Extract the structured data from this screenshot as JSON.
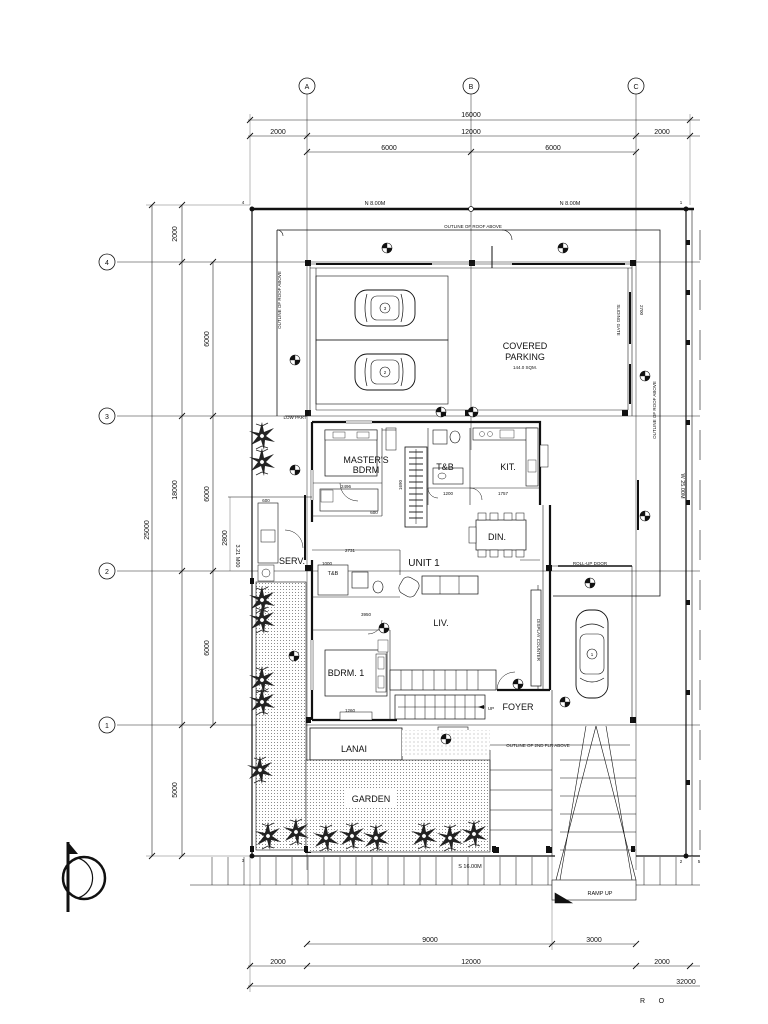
{
  "grid_bubbles": {
    "columns": [
      "A",
      "B",
      "C"
    ],
    "rows": [
      "4",
      "3",
      "2",
      "1"
    ]
  },
  "dimensions": {
    "top_overall": "16000",
    "top_segments": [
      "2000",
      "12000",
      "2000"
    ],
    "top_inner": [
      "6000",
      "6000"
    ],
    "bottom_inner": [
      "9000",
      "3000"
    ],
    "bottom_segments": [
      "2000",
      "12000",
      "2000"
    ],
    "bottom_overall": "32000",
    "left_overall": "25000",
    "left_mid": "18000",
    "left_segments": [
      "2000",
      "6000",
      "6000",
      "6000",
      "5000"
    ],
    "left_side_2800": "2800"
  },
  "boundary_labels": {
    "north_left": "N  8.00M",
    "north_right": "N  8.00M",
    "south": "S  16.00M",
    "west": "W  25.00M",
    "west_side": "3.21 M00",
    "corner_4": "4",
    "corner_1": "1",
    "corner_3": "3",
    "corner_2": "2",
    "corner_5": "5"
  },
  "notes": {
    "roof_outline_top": "OUTLINE OF ROOF ABOVE",
    "roof_outline_left": "OUTLINE OF ROOF ABOVE",
    "roof_outline_right": "OUTLINE OF ROOF ABOVE",
    "second_flr_outline": "OUTLINE OF 2ND FLR ABOVE",
    "sliding_gate": "SLIDING GATE",
    "low_part": "LOW PART",
    "rollup_door": "ROLL-UP DOOR",
    "display_counter": "DISPLAY COUNTER",
    "up": "UP",
    "ramp_up": "RAMP UP"
  },
  "rooms": {
    "covered_parking": "COVERED",
    "covered_parking_2": "PARKING",
    "covered_parking_area": "144.0 SQM.",
    "masters_bdrm": "MASTER'S",
    "masters_bdrm_2": "BDRM",
    "tb": "T&B",
    "kit": "KIT.",
    "unit": "UNIT  1",
    "din": "DIN.",
    "serv": "SERV.",
    "liv": "LIV.",
    "bdrm1": "BDRM.  1",
    "foyer": "FOYER",
    "lanai": "LANAI",
    "garden": "GARDEN"
  },
  "car_numbers": [
    "3",
    "2",
    "1"
  ],
  "internal_dims": {
    "d2496": "2496",
    "d1200a": "1200",
    "d1200b": "1200",
    "d2731": "2731",
    "d1757": "1757",
    "d1260": "1260",
    "d1065": "1065",
    "d1000": "1000",
    "d600": "600",
    "d2700": "2700",
    "d1690": "1690",
    "d3950": "3950"
  },
  "footer": {
    "letters": "R       O"
  }
}
